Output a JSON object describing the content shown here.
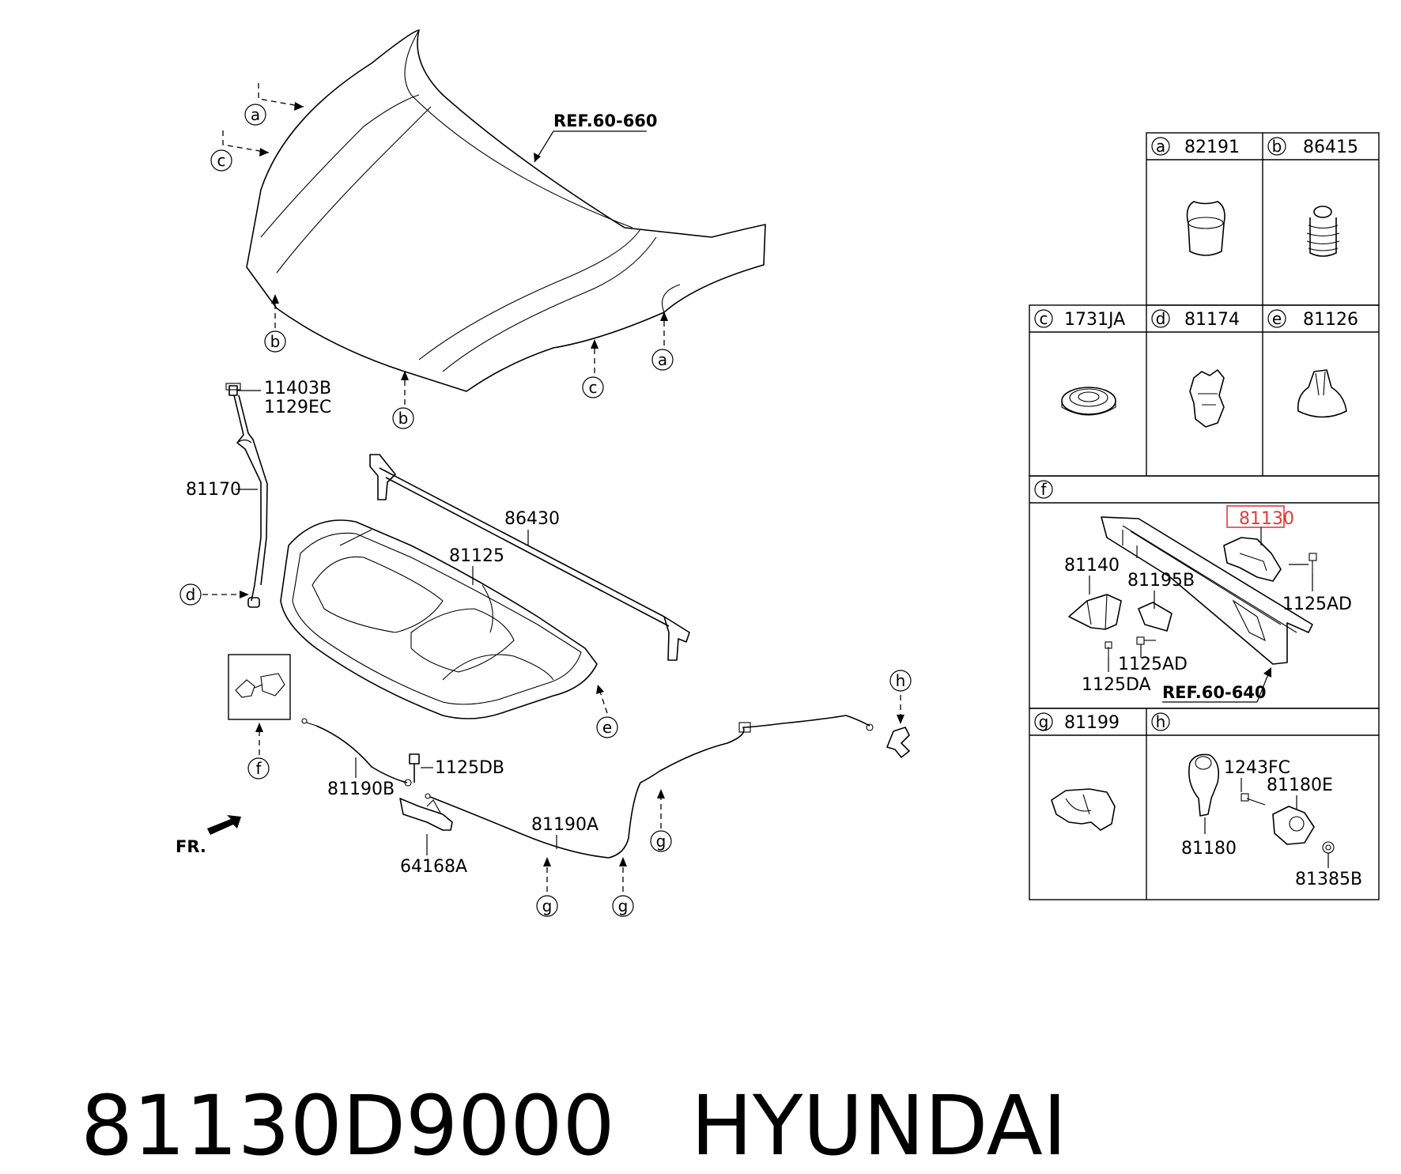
{
  "diagram": {
    "references": {
      "hood": "REF.60-660",
      "frame": "REF.60-640"
    },
    "front_marker": "FR.",
    "part_labels": {
      "p11403B": "11403B",
      "p1129EC": "1129EC",
      "p81170": "81170",
      "p86430": "86430",
      "p81125": "81125",
      "p1125DB": "1125DB",
      "p81190B": "81190B",
      "p81190A": "81190A",
      "p64168A": "64168A"
    },
    "callouts": {
      "a": "a",
      "b": "b",
      "c": "c",
      "d": "d",
      "e": "e",
      "f": "f",
      "g": "g",
      "h": "h"
    },
    "legend": {
      "cells": [
        {
          "letter": "a",
          "part": "82191"
        },
        {
          "letter": "b",
          "part": "86415"
        },
        {
          "letter": "c",
          "part": "1731JA"
        },
        {
          "letter": "d",
          "part": "81174"
        },
        {
          "letter": "e",
          "part": "81126"
        },
        {
          "letter": "f",
          "part": ""
        },
        {
          "letter": "g",
          "part": "81199"
        },
        {
          "letter": "h",
          "part": ""
        }
      ],
      "f_detail": {
        "highlighted": "81130",
        "labels": [
          "81140",
          "81195B",
          "1125AD",
          "1125AD",
          "1125DA"
        ]
      },
      "h_detail": {
        "labels": [
          "1243FC",
          "81180E",
          "81180",
          "81385B"
        ]
      }
    },
    "highlight_color": "#e03c3c"
  },
  "footer": {
    "part_number": "81130D9000",
    "brand": "HYUNDAI"
  }
}
